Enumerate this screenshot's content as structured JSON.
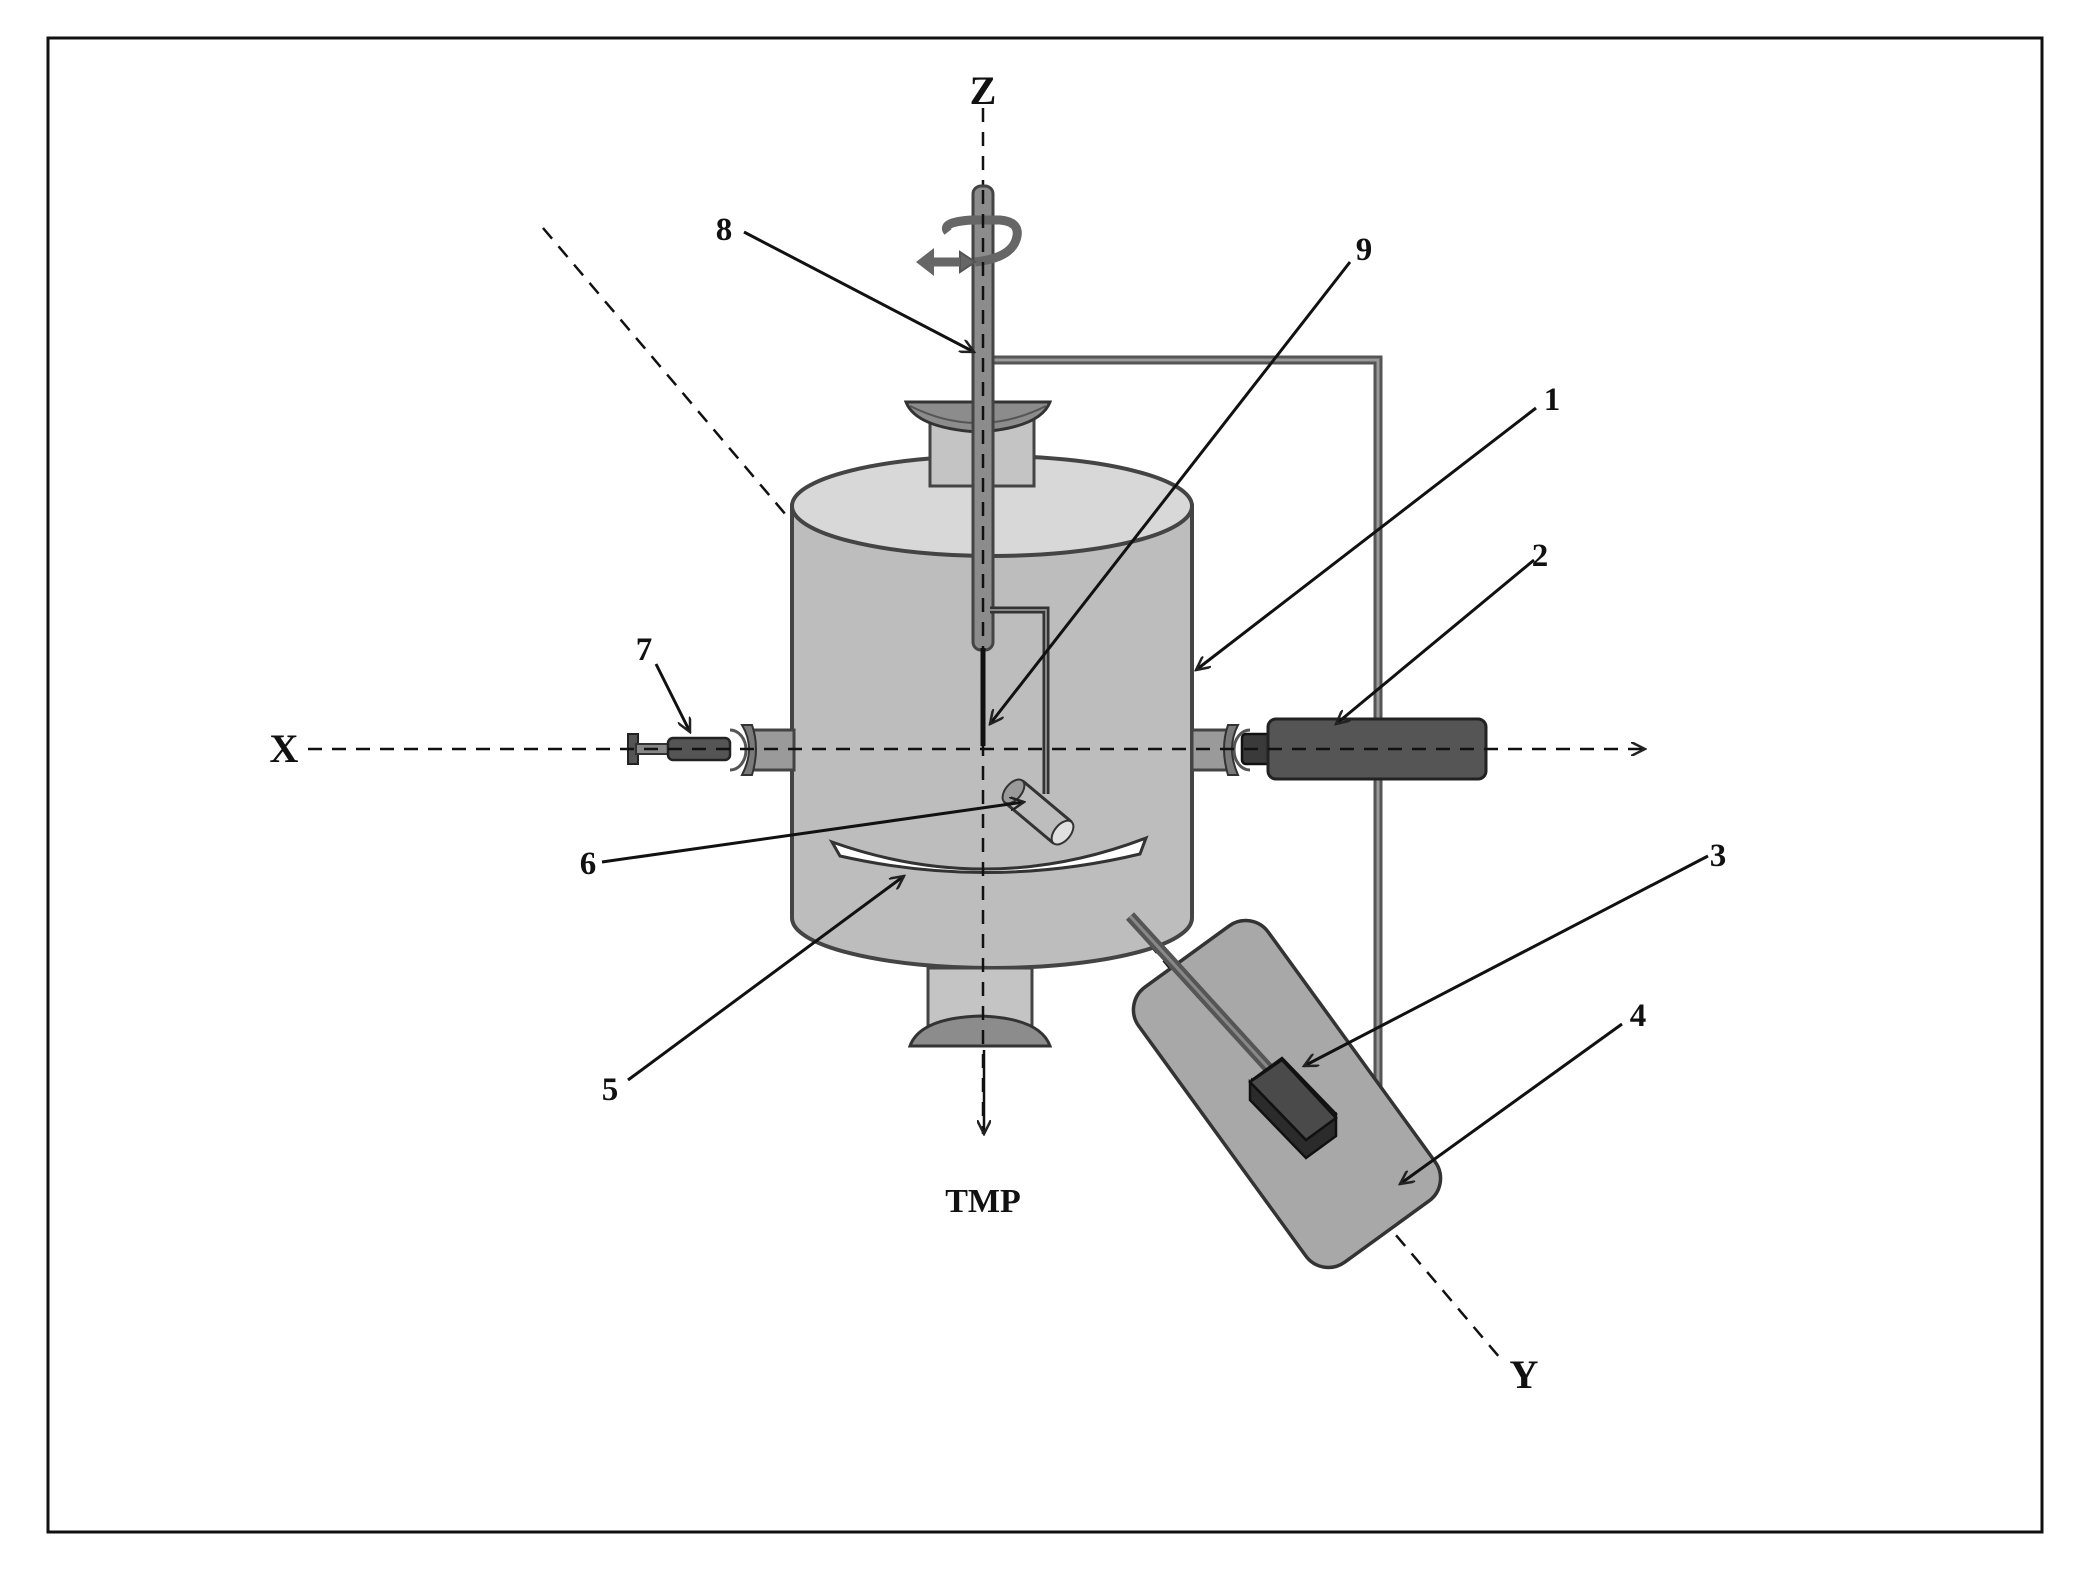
{
  "axes": {
    "x": "X",
    "y": "Y",
    "z": "Z"
  },
  "outlet_label": "TMP",
  "callouts": {
    "c1": "1",
    "c2": "2",
    "c3": "3",
    "c4": "4",
    "c5": "5",
    "c6": "6",
    "c7": "7",
    "c8": "8",
    "c9": "9"
  },
  "colors": {
    "chamber_body": "#bdbdbd",
    "chamber_top": "#d8d8d8",
    "flange": "#8c8c8c",
    "ion_source": "#555555",
    "sensor": "#2b2b2b",
    "stroke": "#333333"
  }
}
